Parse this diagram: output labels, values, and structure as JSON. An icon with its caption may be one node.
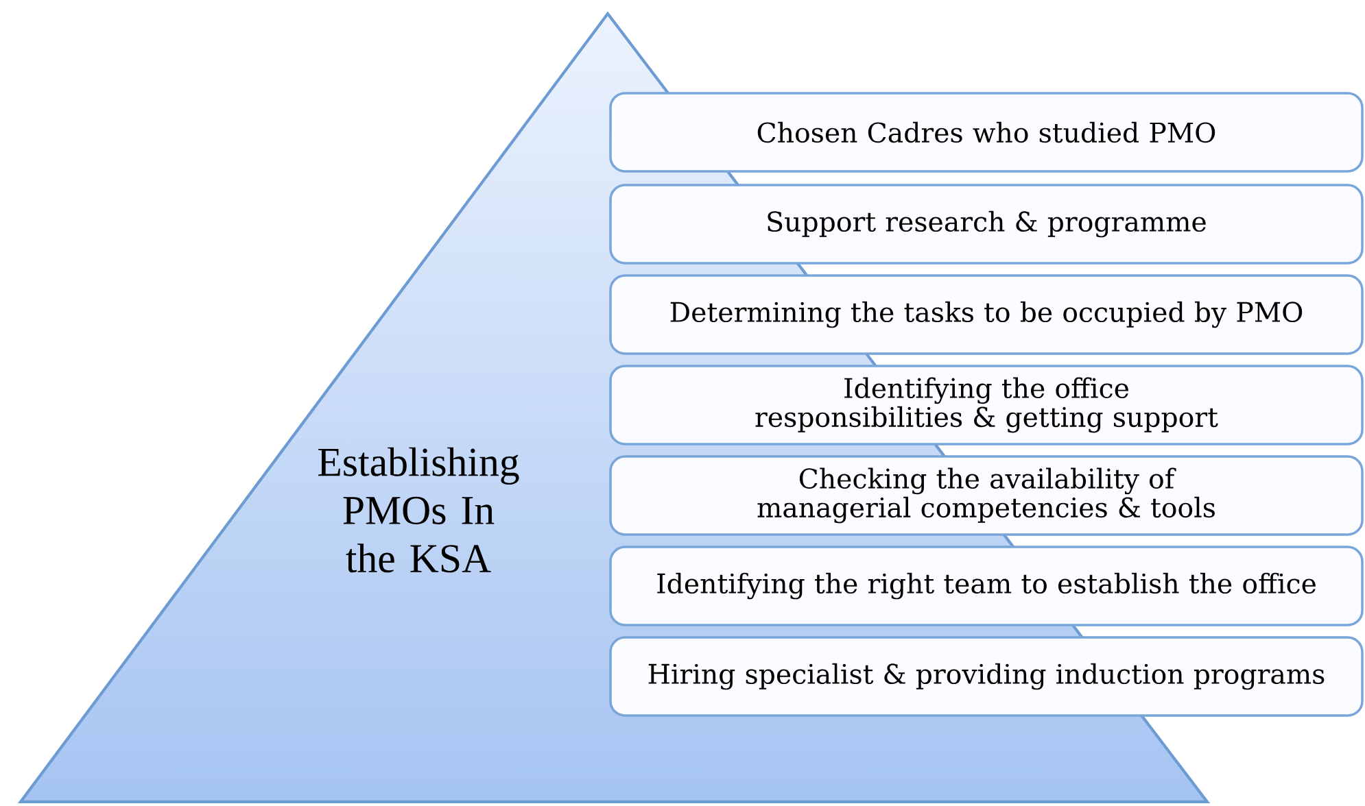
{
  "diagram": {
    "nodes": [
      {
        "text": [
          "Establishing PMOs In the KSA"
        ]
      },
      {
        "text": [
          "Chosen Cadres who studied PMO"
        ]
      },
      {
        "text": [
          "Support research & programme"
        ]
      },
      {
        "text": [
          "Determining the tasks to be occupied by PMO"
        ]
      },
      {
        "text": [
          "Identifying the office responsibilities & getting support"
        ]
      },
      {
        "text": [
          "Checking the availability of managerial competencies & tools"
        ]
      },
      {
        "text": [
          "Identifying the right team to establish the office"
        ]
      },
      {
        "text": [
          "Hiring specialist & providing induction programs"
        ]
      }
    ]
  }
}
